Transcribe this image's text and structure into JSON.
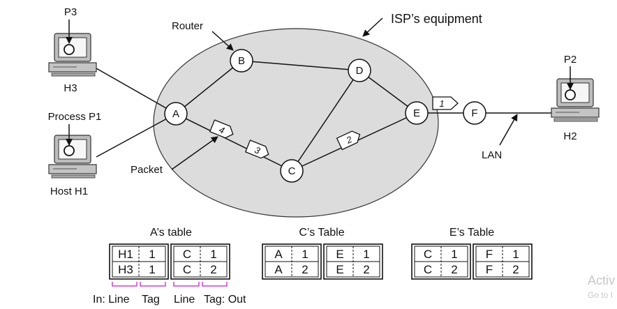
{
  "labels": {
    "isp": "ISP’s equipment",
    "router": "Router",
    "packet": "Packet",
    "lan": "LAN",
    "process_p1": "Process P1",
    "host_h1": "Host H1",
    "h3": "H3",
    "p3": "P3",
    "h2": "H2",
    "p2": "P2"
  },
  "nodes": {
    "A": "A",
    "B": "B",
    "C": "C",
    "D": "D",
    "E": "E",
    "F": "F"
  },
  "packets": {
    "p1": "1",
    "p2": "2",
    "p3": "3",
    "p4": "4"
  },
  "tables": {
    "a_title": "A’s table",
    "c_title": "C’s Table",
    "e_title": "E’s Table",
    "a_rows": [
      [
        "H1",
        "1",
        "C",
        "1"
      ],
      [
        "H3",
        "1",
        "C",
        "2"
      ]
    ],
    "c_rows": [
      [
        "A",
        "1",
        "E",
        "1"
      ],
      [
        "A",
        "2",
        "E",
        "2"
      ]
    ],
    "e_rows": [
      [
        "C",
        "1",
        "F",
        "1"
      ],
      [
        "C",
        "2",
        "F",
        "2"
      ]
    ]
  },
  "legend": {
    "in_line": "In: Line",
    "tag1": "Tag",
    "line": "Line",
    "tag_out": "Tag: Out"
  },
  "watermark": {
    "line1": "Activ",
    "line2": "Go to I"
  }
}
